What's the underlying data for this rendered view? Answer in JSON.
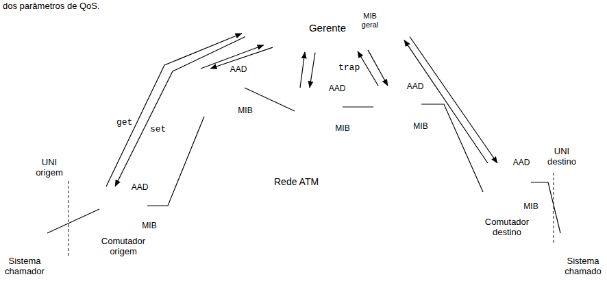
{
  "diagram": {
    "nodes": [
      {
        "text": [
          "Gerente"
        ]
      },
      {
        "text": [
          "MIB geral"
        ],
        "in": 0
      },
      {
        "text": [
          "Rede ATM"
        ]
      },
      {
        "text": [
          "Sistema chamador"
        ]
      },
      {
        "text": [
          "Comutador origem"
        ],
        "in": 2
      },
      {
        "text": [
          "AAD"
        ],
        "in": 4
      },
      {
        "text": [
          "MIB"
        ],
        "in": 4
      },
      {
        "text": [],
        "in": 2
      },
      {
        "text": [
          "AAD"
        ],
        "in": 7
      },
      {
        "text": [
          "MIB"
        ],
        "in": 7
      },
      {
        "text": [],
        "in": 2
      },
      {
        "text": [
          "AAD"
        ],
        "in": 10
      },
      {
        "text": [
          "MIB"
        ],
        "in": 10
      },
      {
        "text": [],
        "in": 2
      },
      {
        "text": [
          "AAD"
        ],
        "in": 13
      },
      {
        "text": [
          "MIB"
        ],
        "in": 13
      },
      {
        "text": [
          "Comutador destino"
        ],
        "in": 2
      },
      {
        "text": [
          "AAD"
        ],
        "in": 16
      },
      {
        "text": [
          "MIB"
        ],
        "in": 16
      },
      {
        "text": [
          "Sistema chamado"
        ]
      }
    ],
    "edges": [
      {
        "from": 4,
        "to": 0,
        "label": "get",
        "arrow": "to"
      },
      {
        "from": 0,
        "to": 4,
        "label": "set",
        "arrow": "to"
      },
      {
        "from": 7,
        "to": 0,
        "arrow": "to"
      },
      {
        "from": 0,
        "to": 7,
        "arrow": "to"
      },
      {
        "from": 10,
        "to": 0,
        "arrow": "to"
      },
      {
        "from": 0,
        "to": 10,
        "arrow": "to"
      },
      {
        "from": 13,
        "to": 0,
        "label": "trap",
        "arrow": "to"
      },
      {
        "from": 0,
        "to": 13,
        "arrow": "to"
      },
      {
        "from": 16,
        "to": 0,
        "arrow": "to"
      },
      {
        "from": 0,
        "to": 16,
        "arrow": "to"
      },
      {
        "from": 3,
        "to": 4,
        "arrow": "none"
      },
      {
        "from": 4,
        "to": 7,
        "arrow": "none"
      },
      {
        "from": 7,
        "to": 10,
        "arrow": "none"
      },
      {
        "from": 10,
        "to": 13,
        "arrow": "none"
      },
      {
        "from": 13,
        "to": 16,
        "arrow": "none"
      },
      {
        "from": 16,
        "to": 19,
        "arrow": "none"
      }
    ],
    "labels": [
      "dos parâmetros de QoS.",
      "UNI origem",
      "UNI destino"
    ]
  }
}
